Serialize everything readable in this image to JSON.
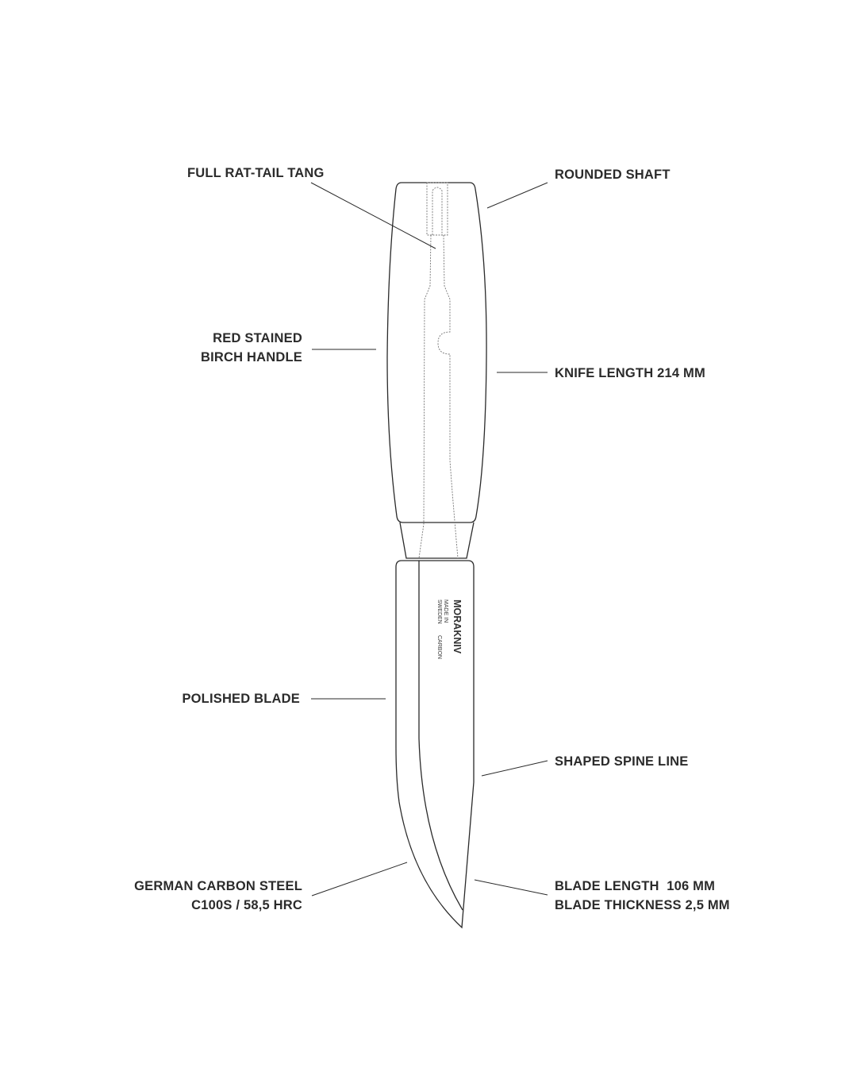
{
  "labels": {
    "tang": "FULL RAT-TAIL TANG",
    "shaft": "ROUNDED SHAFT",
    "handle_line1": "RED STAINED",
    "handle_line2": "BIRCH HANDLE",
    "knife_length": "KNIFE LENGTH 214 MM",
    "blade": "POLISHED BLADE",
    "spine": "SHAPED SPINE LINE",
    "steel_line1": "GERMAN CARBON STEEL",
    "steel_line2": "C100S / 58,5 HRC",
    "blade_length": "BLADE LENGTH  106 MM",
    "blade_thickness": "BLADE THICKNESS 2,5 MM"
  },
  "stamp": {
    "brand": "MORAKNIV",
    "made_in": "MADE IN",
    "country": "SWEDEN",
    "material": "CARBON"
  }
}
